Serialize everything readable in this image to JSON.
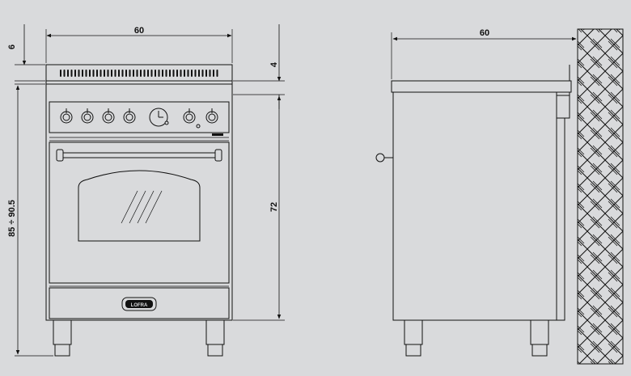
{
  "dimensions": {
    "front_width": "60",
    "side_depth": "60",
    "top_height": "6",
    "top_offset": "4",
    "body_height": "72",
    "total_height": "85 ÷ 90.5"
  },
  "brand": {
    "logo_text": "LOFRA"
  },
  "colors": {
    "background": "#d9dadc",
    "line": "#111111"
  }
}
